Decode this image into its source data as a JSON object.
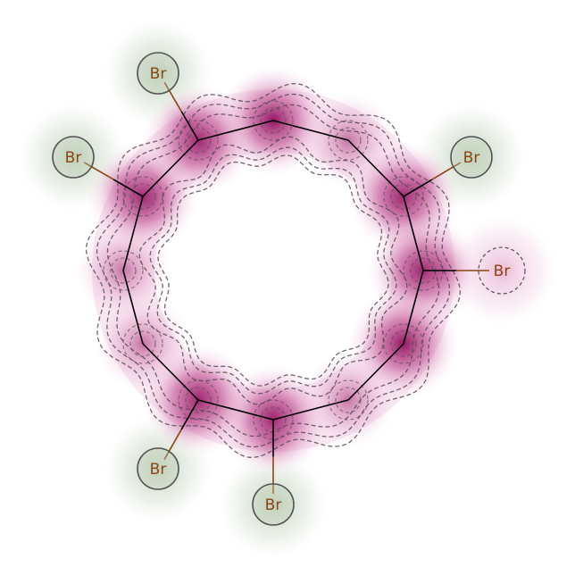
{
  "molecule": {
    "colors": {
      "bond": "#000000",
      "halogen_bond": "#8B4513",
      "label": "#8B4513",
      "density_high": "#8c0a5a",
      "density_mid": "#c45a9a",
      "density_low": "#f6dcec",
      "contour": "#5c4a55",
      "halo_green": "#b9ccb3",
      "ring_outline": "#555555"
    },
    "substituents": [
      {
        "label": "Br"
      },
      {
        "label": "Br"
      },
      {
        "label": "Br"
      },
      {
        "label": "Br"
      },
      {
        "label": "Br"
      },
      {
        "label": "Br"
      }
    ]
  }
}
